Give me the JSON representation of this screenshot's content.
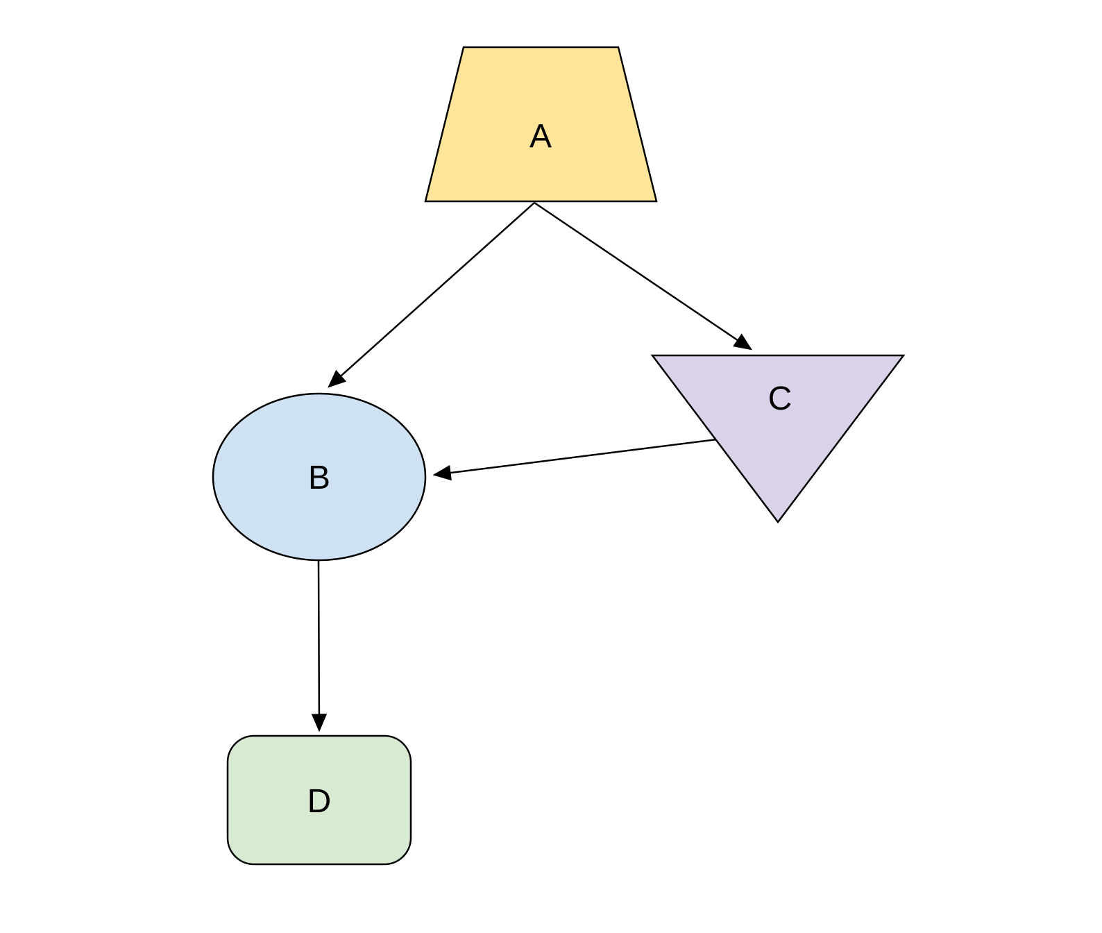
{
  "diagram": {
    "title": "shape-flowchart",
    "background_color": "#ffffff",
    "line_color": "#000000",
    "nodes": {
      "a": {
        "label": "A",
        "shape": "trapezoid",
        "fill": "#FFE599"
      },
      "b": {
        "label": "B",
        "shape": "ellipse",
        "fill": "#CFE2F3"
      },
      "c": {
        "label": "C",
        "shape": "inverted-triangle",
        "fill": "#D9D2E9"
      },
      "d": {
        "label": "D",
        "shape": "rounded-rectangle",
        "fill": "#D9EAD3"
      }
    },
    "edges": [
      {
        "from": "A",
        "to": "B",
        "style": "arrow"
      },
      {
        "from": "A",
        "to": "C",
        "style": "arrow"
      },
      {
        "from": "C",
        "to": "B",
        "style": "arrow"
      },
      {
        "from": "B",
        "to": "D",
        "style": "arrow"
      }
    ]
  }
}
